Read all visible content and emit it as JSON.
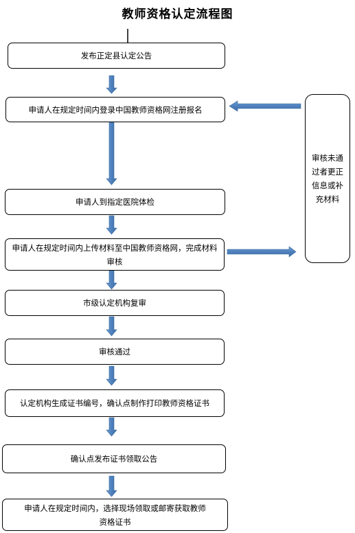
{
  "title": "教师资格认定流程图",
  "colors": {
    "arrow": "#4f81bd",
    "arrow_stroke": "#3a6a9e",
    "border": "#000000"
  },
  "steps": [
    {
      "id": "step1",
      "text": "发布正定县认定公告"
    },
    {
      "id": "step2",
      "text": "申请人在规定时间内登录中国教师资格网注册报名"
    },
    {
      "id": "step3",
      "text": "申请人到指定医院体检"
    },
    {
      "id": "step4",
      "text": "申请人在规定时间内上传材料至中国教师资格网，完成材料审核"
    },
    {
      "id": "step5",
      "text": "市级认定机构复审"
    },
    {
      "id": "step6",
      "text": "审核通过"
    },
    {
      "id": "step7",
      "text": "认定机构生成证书编号，确认点制作打印教师资格证书"
    },
    {
      "id": "step8",
      "text": "确认点发布证书领取公告"
    },
    {
      "id": "step9",
      "text": "申请人在规定时间内，选择现场领取或邮寄获取教师资格证书"
    }
  ],
  "side_box": {
    "text": "审核未通过者更正信息或补充材料"
  }
}
